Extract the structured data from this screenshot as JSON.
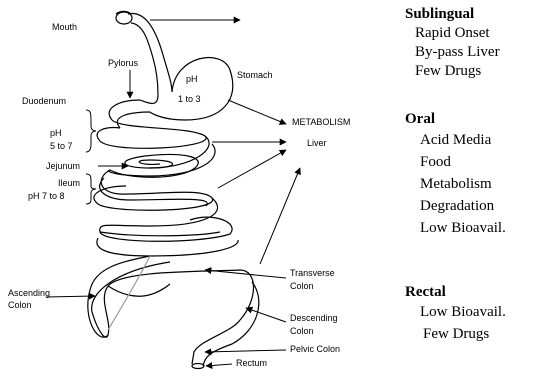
{
  "labels": {
    "mouth": "Mouth",
    "pylorus": "Pylorus",
    "stomach": "Stomach",
    "stomach_ph": "pH",
    "stomach_ph_range": "1 to 3",
    "duodenum": "Duodenum",
    "duodenum_ph": "pH",
    "duodenum_ph_range": "5 to 7",
    "jejunum": "Jejunum",
    "ileum": "Ileum",
    "ileum_ph": "pH 7 to 8",
    "metabolism": "METABOLISM",
    "liver": "Liver",
    "ascending_colon_1": "Ascending",
    "ascending_colon_2": "Colon",
    "transverse_colon_1": "Transverse",
    "transverse_colon_2": "Colon",
    "descending_colon_1": "Descending",
    "descending_colon_2": "Colon",
    "pelvic_colon": "Pelvic Colon",
    "rectum": "Rectum"
  },
  "routes": [
    {
      "title": "Sublingual",
      "items": [
        "Rapid Onset",
        "By-pass Liver",
        "Few Drugs"
      ]
    },
    {
      "title": "Oral",
      "items": [
        "Acid Media",
        "Food",
        "Metabolism",
        "Degradation",
        "Low Bioavail."
      ]
    },
    {
      "title": "Rectal",
      "items": [
        "Low Bioavail.",
        "Few Drugs"
      ]
    }
  ]
}
